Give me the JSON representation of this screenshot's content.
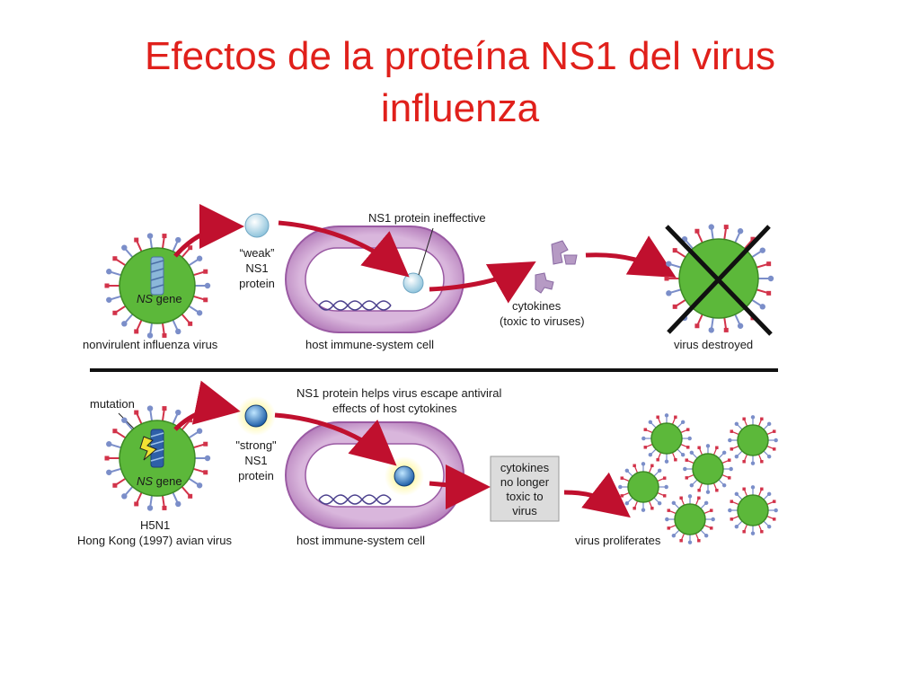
{
  "slide": {
    "title_line1": "Efectos de la proteína NS1 del virus",
    "title_line2": "influenza"
  },
  "diagram": {
    "top": {
      "virus_label": "nonvirulent influenza virus",
      "gene_label_italic": "NS",
      "gene_label_rest": " gene",
      "protein_line1": "“weak”",
      "protein_line2": "NS1",
      "protein_line3": "protein",
      "note": "NS1 protein ineffective",
      "cell_label": "host immune-system cell",
      "cytokines_line1": "cytokines",
      "cytokines_line2": "(toxic to viruses)",
      "outcome_label": "virus destroyed"
    },
    "bottom": {
      "mutation_label": "mutation",
      "gene_label_italic": "NS",
      "gene_label_rest": " gene",
      "virus_line1": "H5N1",
      "virus_line2": "Hong Kong (1997) avian virus",
      "protein_line1": "\"strong\"",
      "protein_line2": "NS1",
      "protein_line3": "protein",
      "note_line1": "NS1 protein helps virus escape antiviral",
      "note_line2": "effects of host cytokines",
      "cell_label": "host immune-system cell",
      "box_line1": "cytokines",
      "box_line2": "no longer",
      "box_line3": "toxic to",
      "box_line4": "virus",
      "outcome_label": "virus proliferates"
    },
    "colors": {
      "arrow": "#c0102e",
      "virus_green": "#5cb83a",
      "spike_blue": "#7b8ec9",
      "spike_red": "#d2334a",
      "cell_outer": "#b77fbd",
      "cell_inner": "#ffffff",
      "dna": "#4a3f8c",
      "cytokine": "#b69ac4",
      "cross": "#111111"
    }
  }
}
